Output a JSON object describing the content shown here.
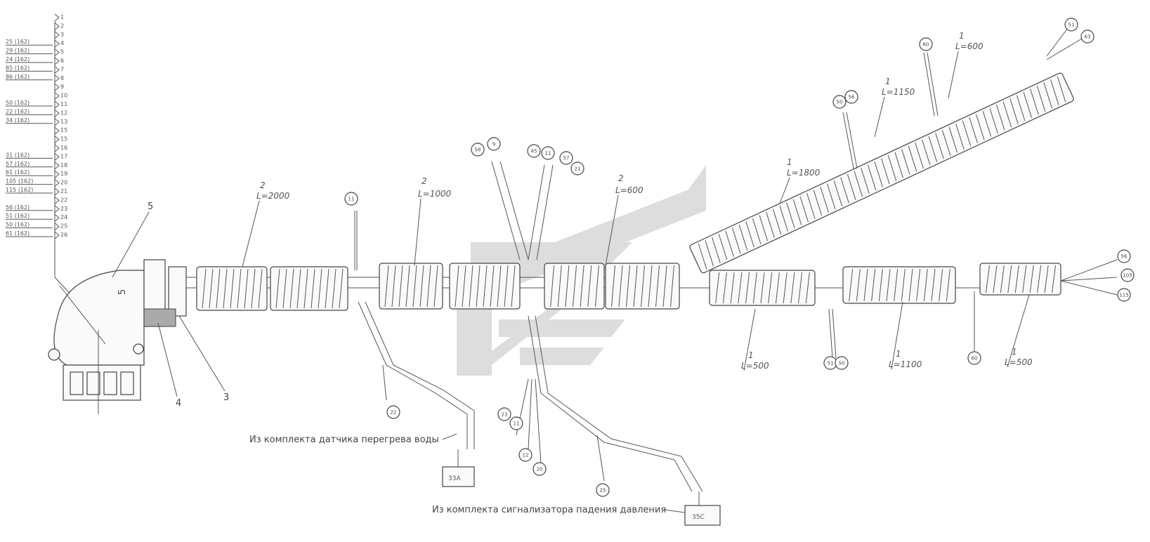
{
  "notes": {
    "water_sensor": "Из комплекта датчика перегрева воды",
    "pressure_signal": "Из комплекта сигнализатора падения давления"
  },
  "connectors": {
    "water_plug": "33А",
    "pressure_plug": "35С"
  },
  "parts": {
    "p5a": "5",
    "p5b": "5",
    "p4": "4",
    "p3": "3"
  },
  "segments": [
    {
      "id": "s1",
      "num": "2",
      "len": "L=2000"
    },
    {
      "id": "s2",
      "num": "2",
      "len": "L=1000"
    },
    {
      "id": "s3",
      "num": "2",
      "len": "L=600"
    },
    {
      "id": "s4",
      "num": "1",
      "len": "L=1800"
    },
    {
      "id": "s5",
      "num": "1",
      "len": "L=1150"
    },
    {
      "id": "s6",
      "num": "1",
      "len": "L=600"
    },
    {
      "id": "s7",
      "num": "1",
      "len": "L=500"
    },
    {
      "id": "s8",
      "num": "1",
      "len": "L=1100"
    },
    {
      "id": "s9",
      "num": "1",
      "len": "L=500"
    }
  ],
  "left_wires": [
    {
      "label": "",
      "pin": "1"
    },
    {
      "label": "",
      "pin": "2"
    },
    {
      "label": "",
      "pin": "3"
    },
    {
      "label": "25 (162)",
      "pin": "4"
    },
    {
      "label": "29 (162)",
      "pin": "5"
    },
    {
      "label": "24 (162)",
      "pin": "6"
    },
    {
      "label": "85 (162)",
      "pin": "7"
    },
    {
      "label": "86 (162)",
      "pin": "8"
    },
    {
      "label": "",
      "pin": "9"
    },
    {
      "label": "",
      "pin": "10"
    },
    {
      "label": "50 (162)",
      "pin": "11"
    },
    {
      "label": "22 (162)",
      "pin": "12"
    },
    {
      "label": "34 (162)",
      "pin": "13"
    },
    {
      "label": "",
      "pin": "15"
    },
    {
      "label": "",
      "pin": "15"
    },
    {
      "label": "",
      "pin": "16"
    },
    {
      "label": "31 (162)",
      "pin": "17"
    },
    {
      "label": "57 (162)",
      "pin": "18"
    },
    {
      "label": "61 (162)",
      "pin": "19"
    },
    {
      "label": "105 (162)",
      "pin": "20"
    },
    {
      "label": "115 (162)",
      "pin": "21"
    },
    {
      "label": "",
      "pin": "22"
    },
    {
      "label": "56 (162)",
      "pin": "23"
    },
    {
      "label": "51 (162)",
      "pin": "24"
    },
    {
      "label": "50 (162)",
      "pin": "25"
    },
    {
      "label": "61 (162)",
      "pin": "26"
    }
  ],
  "callouts": [
    {
      "id": "c1",
      "text": "11"
    },
    {
      "id": "c2",
      "text": "58"
    },
    {
      "id": "c3",
      "text": "9"
    },
    {
      "id": "c4",
      "text": "45"
    },
    {
      "id": "c5",
      "text": "11"
    },
    {
      "id": "c6",
      "text": "57"
    },
    {
      "id": "c7",
      "text": "21"
    },
    {
      "id": "c8",
      "text": "22"
    },
    {
      "id": "c9",
      "text": "23"
    },
    {
      "id": "c10",
      "text": "11"
    },
    {
      "id": "c11",
      "text": "12"
    },
    {
      "id": "c12",
      "text": "20"
    },
    {
      "id": "c13",
      "text": "25"
    },
    {
      "id": "c14",
      "text": "50"
    },
    {
      "id": "c15",
      "text": "56"
    },
    {
      "id": "c16",
      "text": "60"
    },
    {
      "id": "c17",
      "text": "51"
    },
    {
      "id": "c18",
      "text": "63"
    },
    {
      "id": "c19",
      "text": "51"
    },
    {
      "id": "c20",
      "text": "50"
    },
    {
      "id": "c21",
      "text": "60"
    },
    {
      "id": "c22",
      "text": "56"
    },
    {
      "id": "c23",
      "text": "105"
    },
    {
      "id": "c24",
      "text": "115"
    }
  ],
  "colors": {
    "line": "#444444",
    "watermark": "#c8c8c8"
  }
}
